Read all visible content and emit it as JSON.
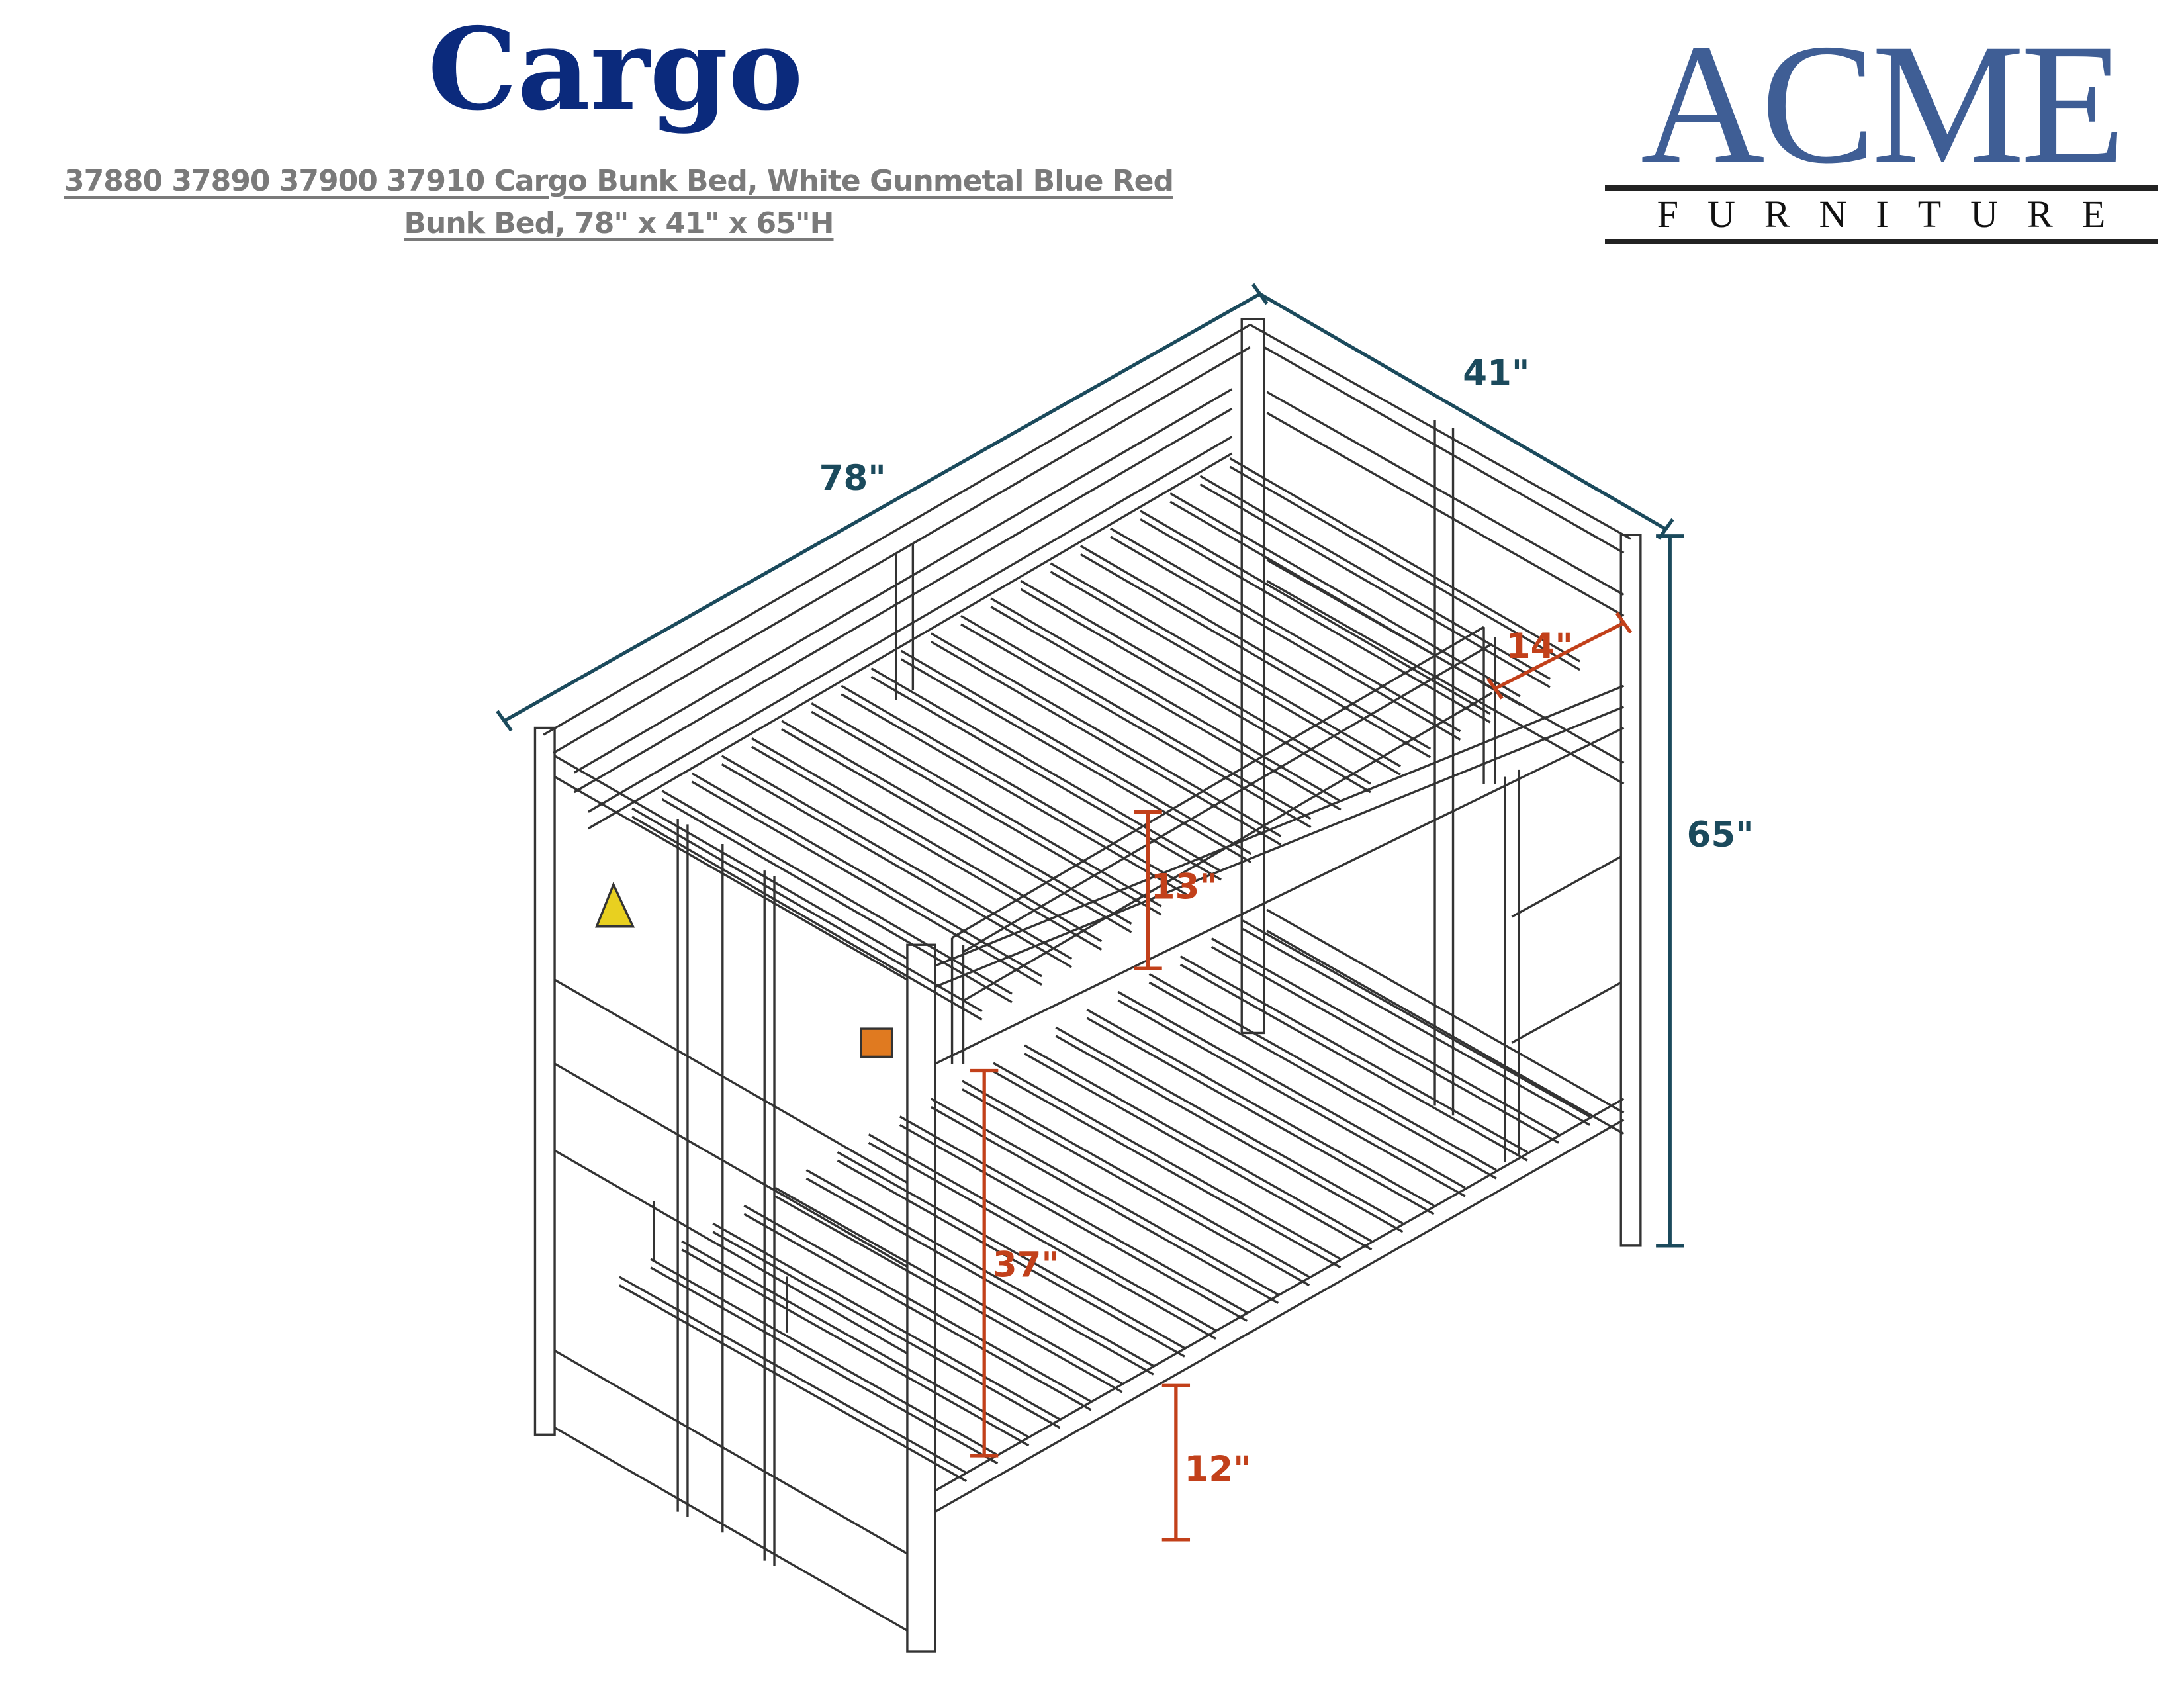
{
  "header": {
    "title": "Cargo",
    "subtitle_line1": "37880 37890 37900 37910 Cargo Bunk Bed, White Gunmetal Blue Red",
    "subtitle_line2": "Bunk Bed, 78\" x 41\" x 65\"H"
  },
  "logo": {
    "main": "ACME",
    "sub": "FURNITURE"
  },
  "dimensions": {
    "length": "78\"",
    "width": "41\"",
    "height": "65\"",
    "guardrail_gap": "14\"",
    "guardrail_height": "13\"",
    "bunk_clearance": "37\"",
    "underbed_clearance": "12\""
  },
  "colors": {
    "title": "#0b2a7c",
    "logo": "#3f5e95",
    "overall_dimensions": "#1b4a5c",
    "detail_dimensions": "#c2401a",
    "line_drawing": "#333333"
  }
}
